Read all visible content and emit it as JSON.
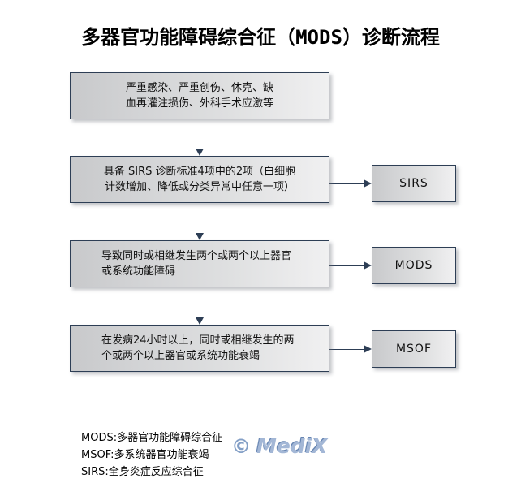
{
  "page": {
    "title": "多器官功能障碍综合征（MODS）诊断流程",
    "background_color": "#ffffff",
    "node_border_color": "#2d3e55",
    "node_fill_color": "#d8d9db"
  },
  "flow": {
    "main_nodes": [
      {
        "id": "trigger",
        "text": "严重感染、严重创伤、休克、缺\n血再灌注损伤、外科手术应激等",
        "align": "center"
      },
      {
        "id": "sirs-criteria",
        "text": "具备 SIRS 诊断标准4项中的2项（白细胞\n计数增加、降低或分类异常中任意一项）",
        "align": "center"
      },
      {
        "id": "mods-criteria",
        "text": "导致同时或相继发生两个或两个以上器官\n或系统功能障碍",
        "align": "left"
      },
      {
        "id": "msof-criteria",
        "text": "在发病24小时以上，同时或相继发生的两\n个或两个以上器官或系统功能衰竭",
        "align": "left"
      }
    ],
    "side_nodes": [
      {
        "id": "sirs",
        "label": "SIRS"
      },
      {
        "id": "mods",
        "label": "MODS"
      },
      {
        "id": "msof",
        "label": "MSOF"
      }
    ]
  },
  "legend": {
    "lines": [
      "MODS:多器官功能障碍综合征",
      "MSOF:多系统器官功能衰竭",
      "SIRS:全身炎症反应综合征"
    ]
  },
  "watermark": {
    "symbol": "©",
    "text": "MediX",
    "color": "#9fb4d4"
  }
}
